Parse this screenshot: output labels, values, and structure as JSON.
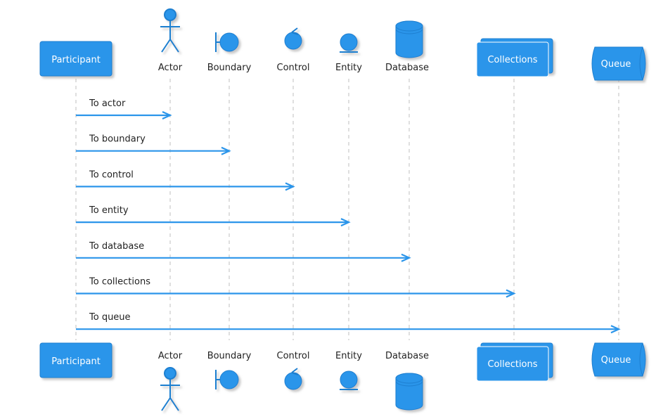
{
  "colors": {
    "primary": "#2b95ea",
    "primary_dark": "#1f7fd0",
    "lifeline": "#bfbfbf",
    "shadow": "#c4c4c4",
    "text": "#222222"
  },
  "participants": [
    {
      "id": "participant",
      "label": "Participant",
      "kind": "participant"
    },
    {
      "id": "actor",
      "label": "Actor",
      "kind": "actor"
    },
    {
      "id": "boundary",
      "label": "Boundary",
      "kind": "boundary"
    },
    {
      "id": "control",
      "label": "Control",
      "kind": "control"
    },
    {
      "id": "entity",
      "label": "Entity",
      "kind": "entity"
    },
    {
      "id": "database",
      "label": "Database",
      "kind": "database"
    },
    {
      "id": "collections",
      "label": "Collections",
      "kind": "collections"
    },
    {
      "id": "queue",
      "label": "Queue",
      "kind": "queue"
    }
  ],
  "messages": [
    {
      "label": "To actor",
      "from": "participant",
      "to": "actor"
    },
    {
      "label": "To boundary",
      "from": "participant",
      "to": "boundary"
    },
    {
      "label": "To control",
      "from": "participant",
      "to": "control"
    },
    {
      "label": "To entity",
      "from": "participant",
      "to": "entity"
    },
    {
      "label": "To database",
      "from": "participant",
      "to": "database"
    },
    {
      "label": "To collections",
      "from": "participant",
      "to": "collections"
    },
    {
      "label": "To queue",
      "from": "participant",
      "to": "queue"
    }
  ]
}
